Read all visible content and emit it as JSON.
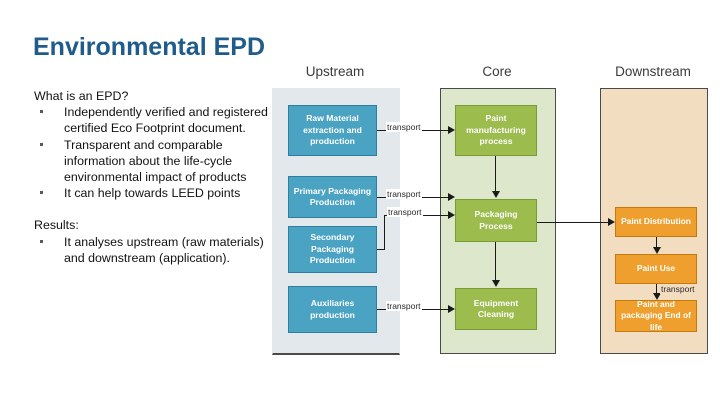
{
  "slide": {
    "title": "Environmental EPD",
    "left_panel": {
      "question": "What is an EPD?",
      "bullets": [
        "Independently verified and registered certified Eco Footprint document.",
        "Transparent and comparable information about the life-cycle environmental impact of products",
        "It can help towards LEED points"
      ],
      "results_heading": "Results:",
      "results_bullets": [
        "It analyses upstream (raw materials) and downstream (application)."
      ]
    },
    "diagram": {
      "columns": [
        {
          "id": "upstream",
          "label": "Upstream",
          "color": "#E2E8EC",
          "node_color": "#4BA3C3"
        },
        {
          "id": "core",
          "label": "Core",
          "color": "#DCE7CB",
          "node_color": "#9CBC4E"
        },
        {
          "id": "downstream",
          "label": "Downstream",
          "color": "#F2DDC0",
          "node_color": "#EE9F2E"
        }
      ],
      "upstream_nodes": [
        "Raw Material extraction and production",
        "Primary Packaging Production",
        "Secondary Packaging Production",
        "Auxiliaries production"
      ],
      "core_nodes": [
        "Paint manufacturing process",
        "Packaging Process",
        "Equipment Cleaning"
      ],
      "downstream_nodes": [
        "Paint Distribution",
        "Paint Use",
        "Paint and packaging End of life"
      ],
      "transport_labels": [
        "transport",
        "transport",
        "transport",
        "transport",
        "transport"
      ]
    }
  }
}
